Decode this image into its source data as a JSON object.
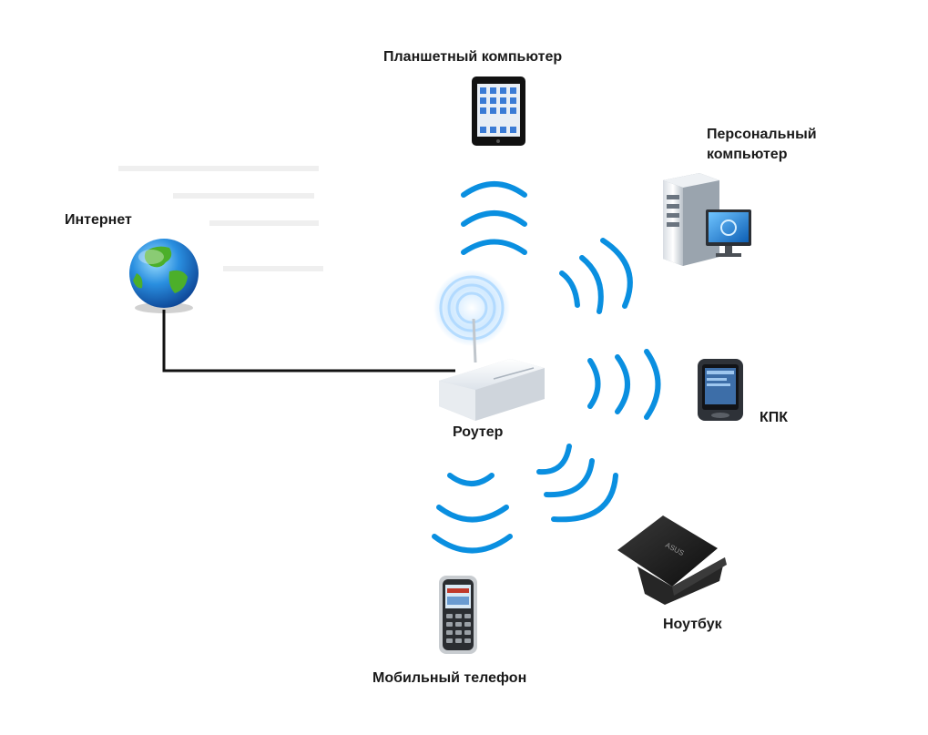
{
  "diagram": {
    "nodes": {
      "tablet": {
        "label": "Планшетный компьютер",
        "icon": "tablet-icon"
      },
      "pc": {
        "label_line1": "Персональный",
        "label_line2": "компьютер",
        "icon": "desktop-pc-icon"
      },
      "internet": {
        "label": "Интернет",
        "icon": "globe-icon"
      },
      "pda": {
        "label": "КПК",
        "icon": "pda-icon"
      },
      "router": {
        "label": "Роутер",
        "icon": "router-icon"
      },
      "laptop": {
        "label": "Ноутбук",
        "icon": "laptop-icon"
      },
      "phone": {
        "label": "Мобильный телефон",
        "icon": "mobile-phone-icon"
      }
    },
    "connections": [
      {
        "from": "internet",
        "to": "router",
        "kind": "wired"
      },
      {
        "from": "router",
        "to": "tablet",
        "kind": "wireless"
      },
      {
        "from": "router",
        "to": "pc",
        "kind": "wireless"
      },
      {
        "from": "router",
        "to": "pda",
        "kind": "wireless"
      },
      {
        "from": "router",
        "to": "laptop",
        "kind": "wireless"
      },
      {
        "from": "router",
        "to": "phone",
        "kind": "wireless"
      }
    ],
    "colors": {
      "wave": "#0a8fe0",
      "wire": "#111111",
      "globe": "#1f7fd0",
      "land": "#4caf2a"
    }
  }
}
